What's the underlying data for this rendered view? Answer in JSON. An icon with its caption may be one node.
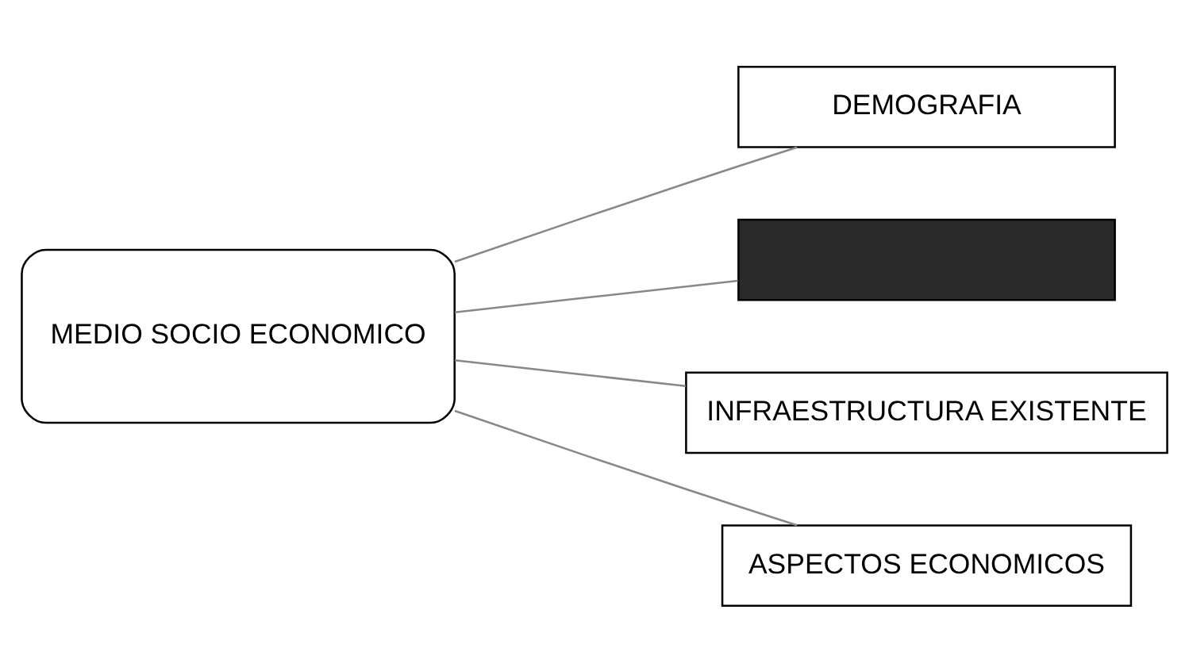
{
  "diagram": {
    "nodes": [
      {
        "text": [
          "MEDIO SOCIO ECONOMICO"
        ]
      },
      {
        "text": [
          "DEMOGRAFIA"
        ]
      },
      {
        "text": [],
        "shape": "box"
      },
      {
        "text": [
          "INFRAESTRUCTURA EXISTENTE"
        ]
      },
      {
        "text": [
          "ASPECTOS ECONOMICOS"
        ]
      }
    ],
    "edges": [
      {
        "from": 0,
        "to": 1,
        "arrow": "none"
      },
      {
        "from": 0,
        "to": 2,
        "arrow": "none"
      },
      {
        "from": 0,
        "to": 3,
        "arrow": "none"
      },
      {
        "from": 0,
        "to": 4,
        "arrow": "none"
      }
    ]
  }
}
